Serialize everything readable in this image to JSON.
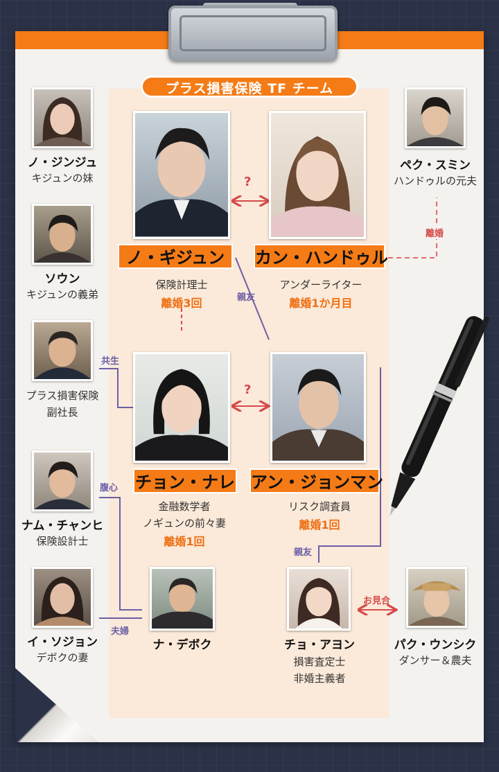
{
  "team": {
    "title": "プラス損害保険 TF チーム"
  },
  "characters": {
    "kijun": {
      "name": "ノ・ギジュン",
      "role": "保険計理士",
      "note": "離婚3回"
    },
    "handuru": {
      "name": "カン・ハンドゥル",
      "role": "アンダーライター",
      "note": "離婚1か月目"
    },
    "nare": {
      "name": "チョン・ナレ",
      "role1": "金融数学者",
      "role2": "ノギュンの前々妻",
      "note": "離婚1回"
    },
    "jeongman": {
      "name": "アン・ジョンマン",
      "role": "リスク調査員",
      "note": "離婚1回"
    },
    "debok": {
      "name": "ナ・デボク"
    },
    "ayeon": {
      "name": "チョ・アヨン",
      "role1": "損害査定士",
      "role2": "非婚主義者"
    },
    "jinju": {
      "name": "ノ・ジンジュ",
      "role": "キジュンの妹"
    },
    "soun": {
      "name": "ソウン",
      "role": "キジュンの義弟"
    },
    "vicepres": {
      "role1": "プラス損害保険",
      "role2": "副社長"
    },
    "chanhi": {
      "name": "ナム・チャンヒ",
      "role": "保険設計士"
    },
    "sojon": {
      "name": "イ・ソジョン",
      "role": "デボクの妻"
    },
    "smin": {
      "name": "ペク・スミン",
      "role": "ハンドゥルの元夫"
    },
    "unsik": {
      "name": "パク・ウンシク",
      "role": "ダンサー＆農夫"
    }
  },
  "relations": {
    "q1": "?",
    "q2": "?",
    "bestfriend1": "親友",
    "bestfriend2": "親友",
    "divorce": "離婚",
    "kyosei": "共生",
    "fukushin": "腹心",
    "fufu": "夫婦",
    "omiai": "お見合"
  },
  "colors": {
    "accent": "#f47b16",
    "paper": "#f4f2ef",
    "team_bg": "#fbe9d9",
    "line_purple": "#6b5fa6",
    "line_red": "#d64a4a"
  }
}
